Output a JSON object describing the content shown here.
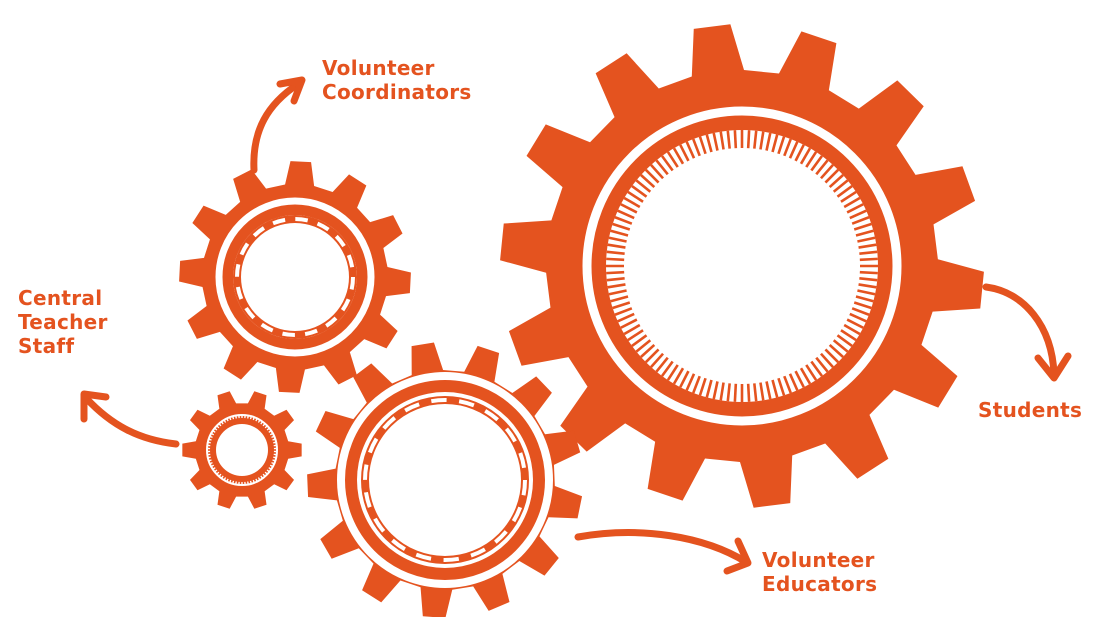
{
  "colors": {
    "accent": "#e4531f",
    "background": "#ffffff"
  },
  "gears": [
    {
      "id": "students-gear",
      "icon": "gear-icon",
      "teeth": 14,
      "inner_marks": "dense-ticks"
    },
    {
      "id": "coordinators-gear",
      "icon": "gear-icon",
      "teeth": 12,
      "inner_marks": "dashes"
    },
    {
      "id": "educators-gear",
      "icon": "gear-icon",
      "teeth": 13,
      "inner_marks": "dashes"
    },
    {
      "id": "teacher-staff-gear",
      "icon": "gear-icon",
      "teeth": 10,
      "inner_marks": "dense-ticks"
    }
  ],
  "labels": {
    "volunteer_coordinators": [
      "Volunteer",
      "Coordinators"
    ],
    "central_teacher_staff": [
      "Central",
      "Teacher",
      "Staff"
    ],
    "volunteer_educators": [
      "Volunteer",
      "Educators"
    ],
    "students": [
      "Students"
    ]
  }
}
